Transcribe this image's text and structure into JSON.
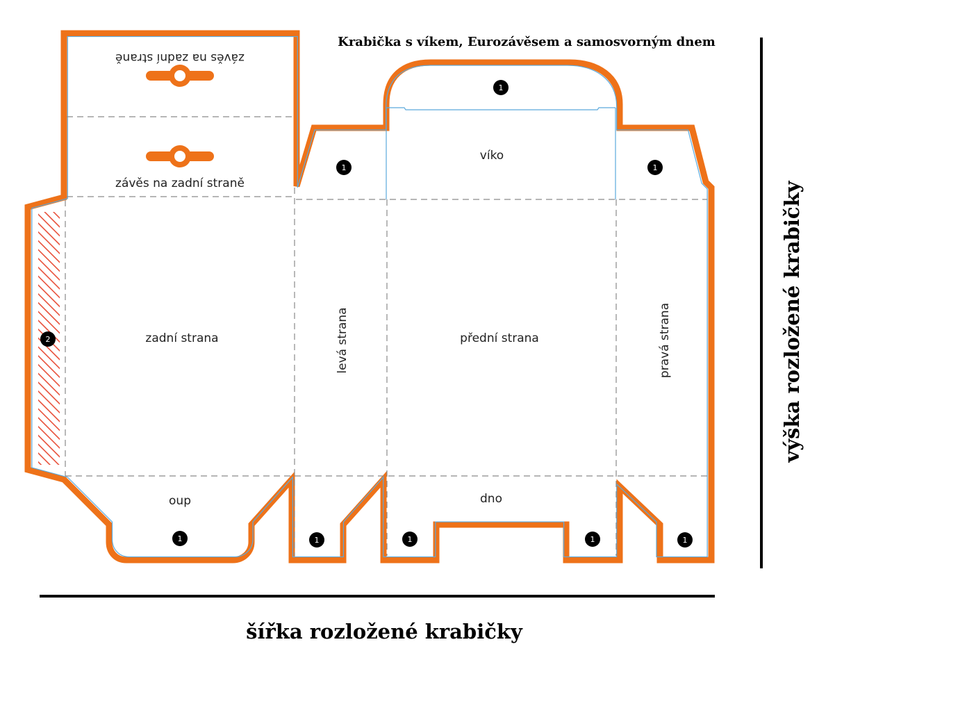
{
  "title": "Krabička s víkem, Eurozávěsem a samosvorným dnem",
  "dimensions": {
    "width_label": "šířka rozložené krabičky",
    "height_label": "výška rozložené krabičky"
  },
  "panels": {
    "hanger_top": "závěs na zadní straně",
    "hanger_bottom": "závěs na zadní straně",
    "back": "zadní strana",
    "left": "levá strana",
    "front": "přední strana",
    "right": "pravá strana",
    "lid": "víko",
    "flap": "oup",
    "bottom": "dno"
  },
  "badges": {
    "one": "1",
    "two": "2"
  },
  "colors": {
    "outline": "#ee7219",
    "cut_line": "#5aa9dc",
    "fold_line": "#8a8a8a",
    "glue_hatch": "#e8503a",
    "badge": "#000000"
  }
}
